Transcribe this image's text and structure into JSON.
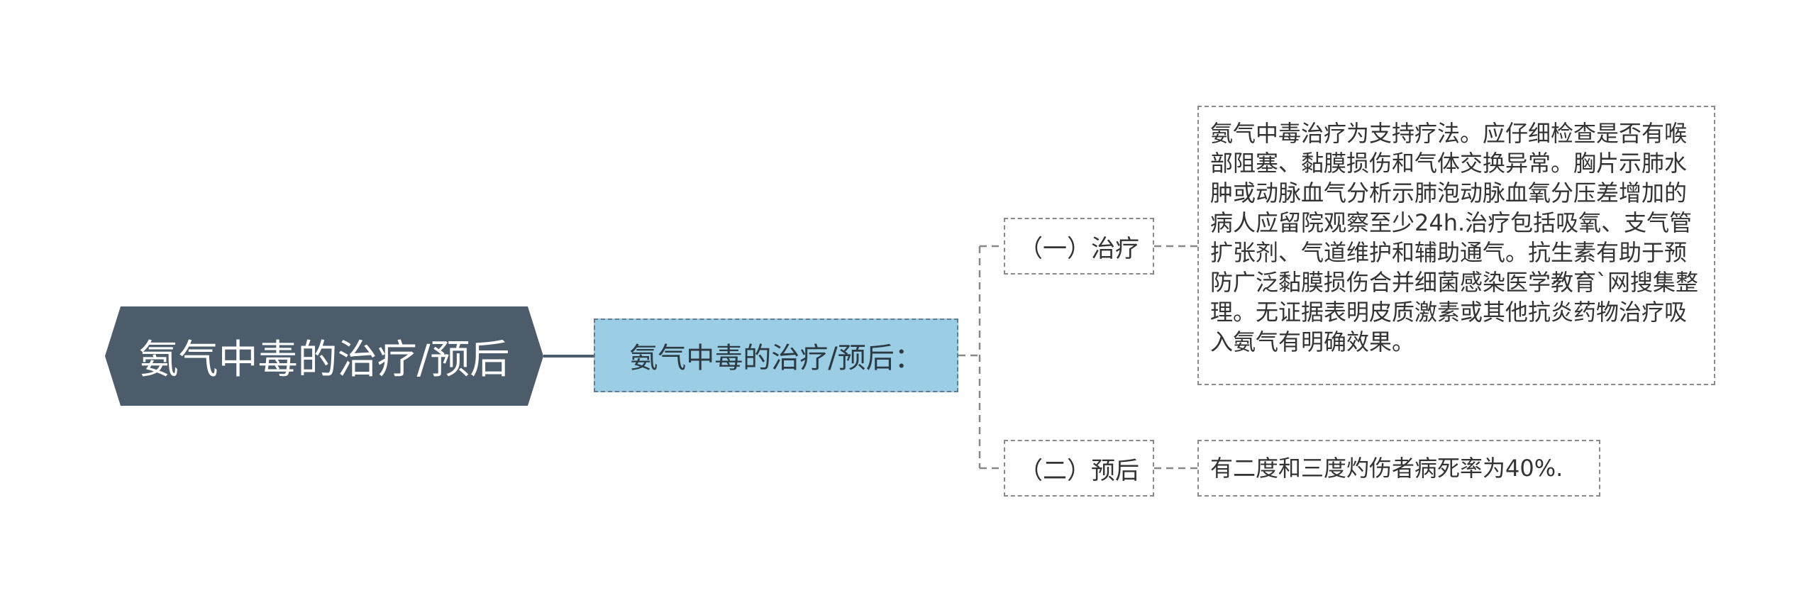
{
  "root": {
    "label": "氨气中毒的治疗/预后"
  },
  "sub": {
    "label": "氨气中毒的治疗/预后："
  },
  "branches": [
    {
      "label": "（一）治疗",
      "detail": "氨气中毒治疗为支持疗法。应仔细检查是否有喉部阻塞、黏膜损伤和气体交换异常。胸片示肺水肿或动脉血气分析示肺泡动脉血氧分压差增加的病人应留院观察至少24h.治疗包括吸氧、支气管扩张剂、气道维护和辅助通气。抗生素有助于预防广泛黏膜损伤合并细菌感染医学教育`网搜集整理。无证据表明皮质激素或其他抗炎药物治疗吸入氨气有明确效果。"
    },
    {
      "label": "（二）预后",
      "detail": "有二度和三度灼伤者病死率为40%."
    }
  ],
  "colors": {
    "root_bg": "#4d5c6b",
    "sub_bg": "#9bcde4",
    "border": "#8a8a8a"
  }
}
